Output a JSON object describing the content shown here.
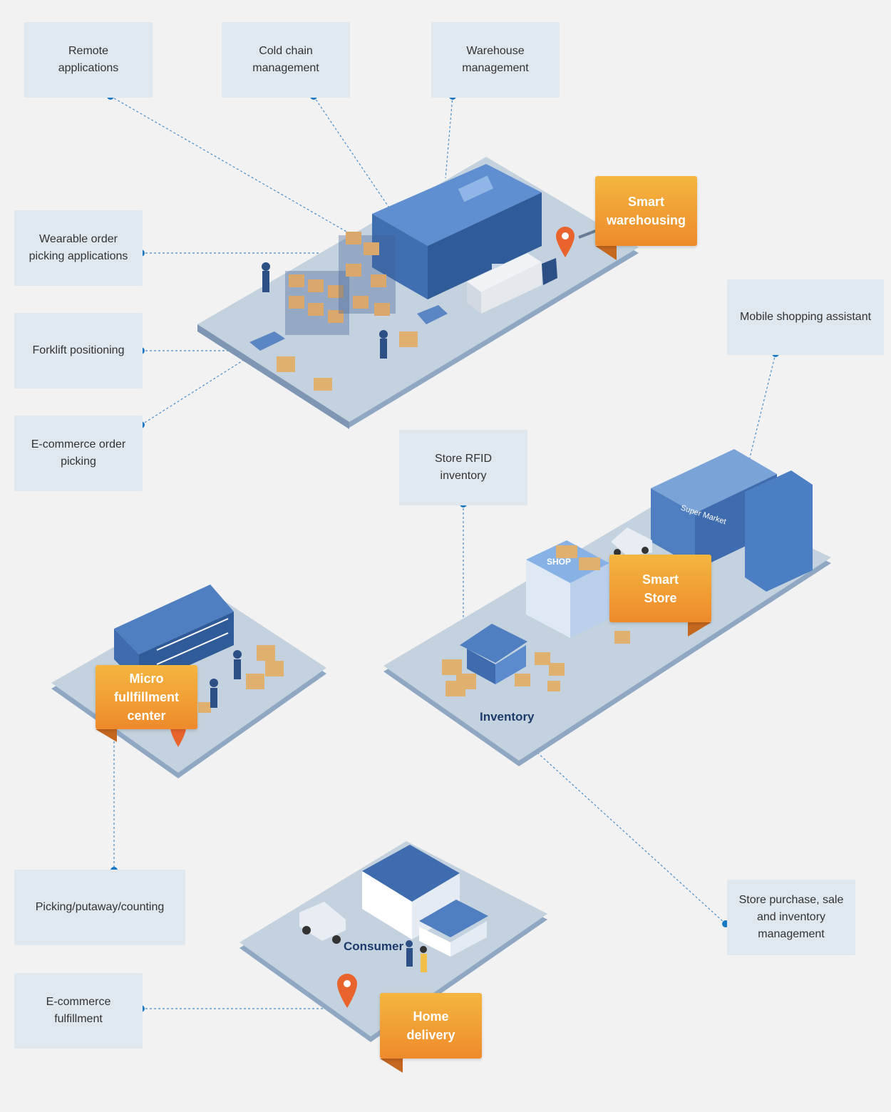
{
  "labels": {
    "remote_applications": "Remote\napplications",
    "cold_chain": "Cold chain\nmanagement",
    "warehouse_management": "Warehouse\nmanagement",
    "wearable_picking": "Wearable order\npicking applications",
    "forklift_positioning": "Forklift positioning",
    "ecommerce_order_picking": "E-commerce order\npicking",
    "mobile_shopping_assistant": "Mobile shopping assistant",
    "store_rfid_inventory": "Store RFID\ninventory",
    "picking_putaway_counting": "Picking/putaway/counting",
    "store_purchase_sale": "Store purchase, sale\nand inventory\nmanagement",
    "ecommerce_fulfillment": "E-commerce\nfulfillment"
  },
  "flags": {
    "smart_warehousing": "Smart\nwarehousing",
    "smart_store": "Smart\nStore",
    "micro_fulfillment": "Micro\nfullfillment\ncenter",
    "home_delivery": "Home\ndelivery"
  },
  "scene_text": {
    "inventory": "Inventory",
    "consumer": "Consumer",
    "shop_sign": "SHOP",
    "supermarket_sign": "Super Market"
  },
  "colors": {
    "background": "#f2f2f2",
    "label_bg": "#dfe8ef",
    "leader_dot": "#1a78c2",
    "platform_top": "#c3d2de",
    "platform_side": "#8fa7c2",
    "building_blue": "#3f6fb0",
    "flag_orange": "#ee8a2c",
    "pin_orange": "#e8642c"
  }
}
